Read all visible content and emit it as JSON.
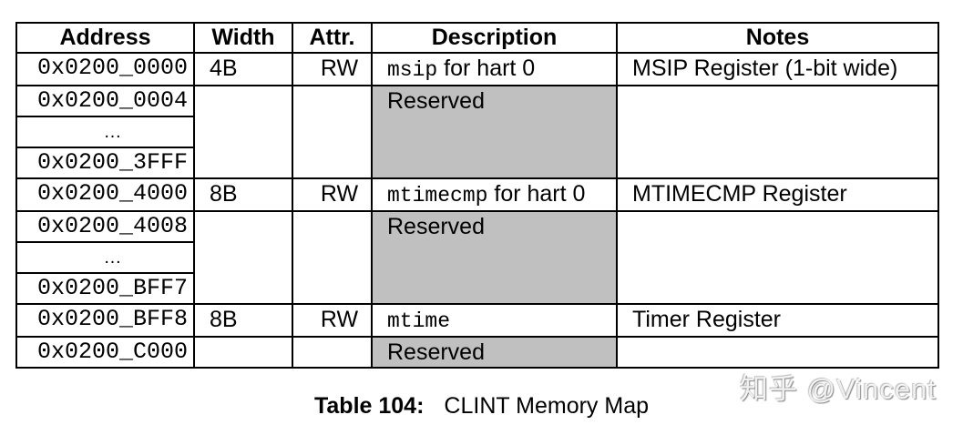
{
  "table": {
    "headers": [
      "Address",
      "Width",
      "Attr.",
      "Description",
      "Notes"
    ],
    "rows": [
      {
        "address": "0x0200_0000",
        "width": "4B",
        "attr": "RW",
        "desc_code": "msip",
        "desc_text": " for hart 0",
        "notes": "MSIP Register (1-bit wide)"
      },
      {
        "address": "0x0200_0004",
        "desc_text": "Reserved"
      },
      {
        "address": "…"
      },
      {
        "address": "0x0200_3FFF"
      },
      {
        "address": "0x0200_4000",
        "width": "8B",
        "attr": "RW",
        "desc_code": "mtimecmp",
        "desc_text": " for hart 0",
        "notes": "MTIMECMP Register"
      },
      {
        "address": "0x0200_4008",
        "desc_text": "Reserved"
      },
      {
        "address": "…"
      },
      {
        "address": "0x0200_BFF7"
      },
      {
        "address": "0x0200_BFF8",
        "width": "8B",
        "attr": "RW",
        "desc_code": "mtime",
        "desc_text": "",
        "notes": "Timer Register"
      },
      {
        "address": "0x0200_C000",
        "desc_text": "Reserved"
      }
    ]
  },
  "caption": {
    "label": "Table 104:",
    "title": "CLINT Memory Map"
  },
  "watermark": "知乎 @Vincent",
  "colors": {
    "reserved_fill": "#c0c0c0",
    "border": "#000000"
  }
}
